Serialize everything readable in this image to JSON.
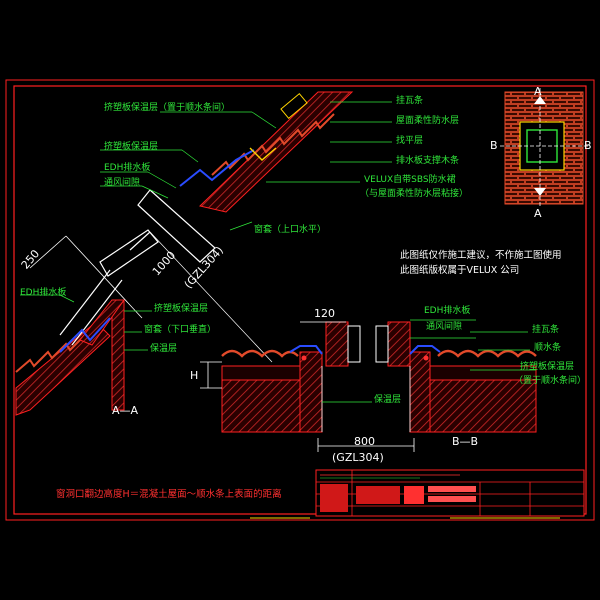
{
  "colors": {
    "background": "#000000",
    "border": "#ff2020",
    "label": "#2fe63a",
    "dimension": "#ffffff",
    "structure": "#ff2020",
    "hatch": "#d02828",
    "accent_blue": "#2a4cff",
    "accent_yellow": "#ffd400",
    "note": "#ffffff"
  },
  "labels_aa": {
    "l1": "挤塑板保温层（置于顺水条间）",
    "l2": "挤塑板保温层",
    "l3": "EDH排水板",
    "l4": "通风间隙",
    "l5": "挂瓦条",
    "l6": "屋面柔性防水层",
    "l7": "找平层",
    "l8": "排水板支撑木条",
    "l9": "VELUX自带SBS防水裙",
    "l10": "（与屋面柔性防水层粘接）",
    "l11": "窗套（上口水平）",
    "l12": "EDH排水板",
    "l13": "挤塑板保温层",
    "l14": "窗套（下口垂直）",
    "l15": "保温层"
  },
  "dimensions_aa": {
    "d250": "250",
    "d1000": "1000",
    "model": "(GZL304)"
  },
  "section_aa": "A—A",
  "notice": {
    "line1": "此图纸仅作施工建议，不作施工图使用",
    "line2": "此图纸版权属于VELUX 公司"
  },
  "labels_bb": {
    "edh": "EDH排水板",
    "vent": "通风间隙",
    "batten": "挂瓦条",
    "counter": "顺水条",
    "xps": "挤塑板保温层",
    "xps2": "（置于顺水条间）",
    "insulation": "保温层"
  },
  "dimensions_bb": {
    "d120": "120",
    "h": "H",
    "d800": "800",
    "model": "(GZL304)"
  },
  "section_bb": "B—B",
  "detail_markers": {
    "a_top": "A",
    "a_bottom": "A",
    "b_left": "B",
    "b_right": "B"
  },
  "bottom_note": "窗洞口翻边高度H＝混凝土屋面～顺水条上表面的距离"
}
